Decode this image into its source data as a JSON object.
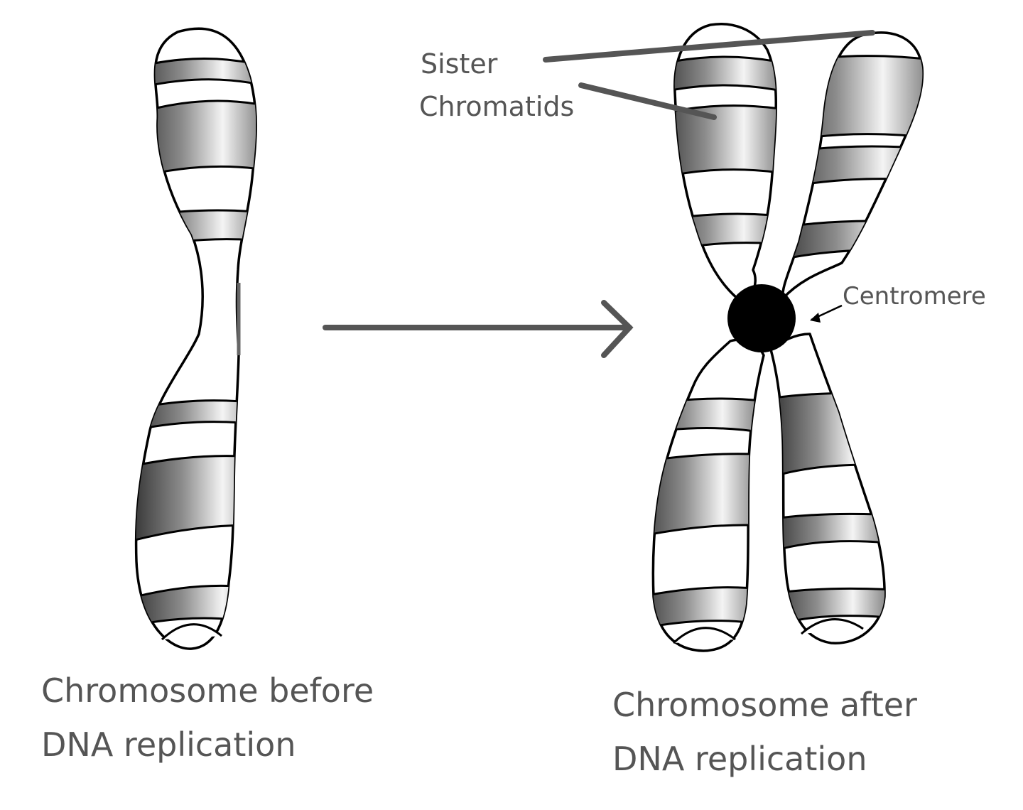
{
  "caption_before": {
    "line1": "Chromosome before",
    "line2": "DNA replication"
  },
  "caption_after": {
    "line1": "Chromosome after",
    "line2": "DNA replication"
  },
  "label_sister": {
    "line1": "Sister",
    "line2": "Chromatids"
  },
  "label_centromere": "Centromere",
  "colors": {
    "outline": "#000000",
    "band_dark": "#4a4a4a",
    "band_light": "#f2f2f2",
    "text": "#555555",
    "arrow": "#555555",
    "centromere": "#000000"
  }
}
